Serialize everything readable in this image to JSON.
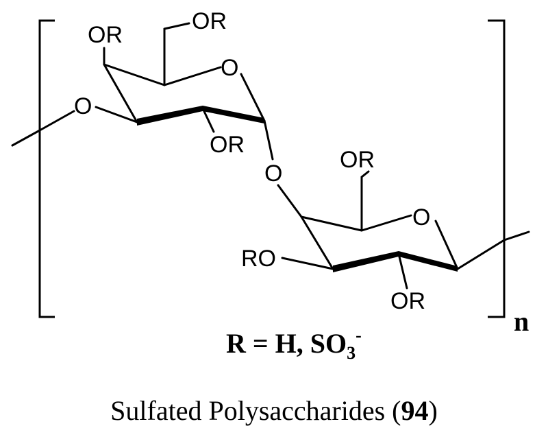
{
  "structure": {
    "upper_ring": {
      "ring_oxygen": "O",
      "c4_substituent": "OR",
      "c6_substituent": "OR",
      "c2_substituent": "OR",
      "chain_oxygen": "O"
    },
    "glycosidic_oxygen": "O",
    "lower_ring": {
      "ring_oxygen": "O",
      "c6_substituent": "OR",
      "c3_substituent": "RO",
      "c2_substituent": "OR"
    },
    "repeat_subscript": "n"
  },
  "r_definition": {
    "prefix": "R = H, SO",
    "subscript": "3",
    "superscript": "-"
  },
  "caption": {
    "name": "Sulfated Polysaccharides (",
    "number": "94",
    "close": ")"
  }
}
